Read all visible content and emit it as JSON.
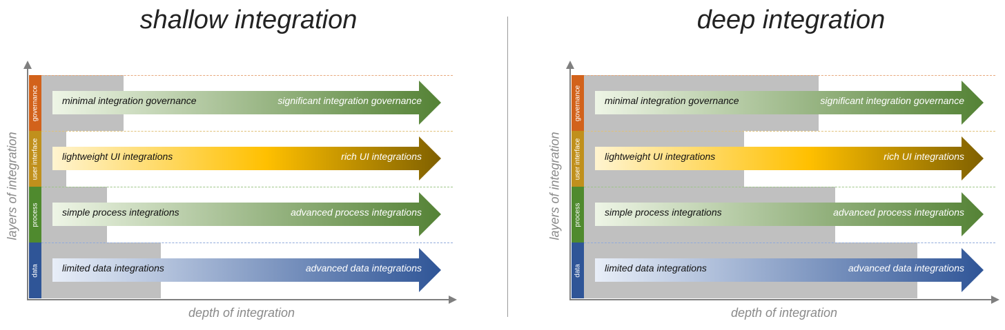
{
  "panels": [
    {
      "title": "shallow integration",
      "y_axis_label": "layers of integration",
      "x_axis_label": "depth of integration",
      "layers": [
        {
          "name": "governance",
          "band_color": "#d2621b",
          "dash_color": "#e7a77a",
          "arrow_start_color": "#eef5e6",
          "arrow_end_color": "#548235",
          "start_label": "minimal integration governance",
          "end_label": "significant integration governance",
          "depth_fraction": 0.2
        },
        {
          "name": "user interface",
          "band_color": "#c0901c",
          "dash_color": "#e0c179",
          "arrow_start_color": "#fff4d0",
          "arrow_mid_color": "#ffc000",
          "arrow_end_color": "#7f6000",
          "start_label": "lightweight UI integrations",
          "end_label": "rich UI integrations",
          "depth_fraction": 0.06
        },
        {
          "name": "process",
          "band_color": "#4f8a2e",
          "dash_color": "#9dc587",
          "arrow_start_color": "#eef5e6",
          "arrow_end_color": "#548235",
          "start_label": "simple process integrations",
          "end_label": "advanced process integrations",
          "depth_fraction": 0.16
        },
        {
          "name": "data",
          "band_color": "#2f5597",
          "dash_color": "#8ea9db",
          "arrow_start_color": "#e8eef8",
          "arrow_end_color": "#2f5597",
          "start_label": "limited data integrations",
          "end_label": "advanced data integrations",
          "depth_fraction": 0.29
        }
      ]
    },
    {
      "title": "deep integration",
      "y_axis_label": "layers of integration",
      "x_axis_label": "depth of integration",
      "layers": [
        {
          "name": "governance",
          "band_color": "#d2621b",
          "dash_color": "#e7a77a",
          "arrow_start_color": "#eef5e6",
          "arrow_end_color": "#548235",
          "start_label": "minimal integration governance",
          "end_label": "significant integration governance",
          "depth_fraction": 0.57
        },
        {
          "name": "user interface",
          "band_color": "#c0901c",
          "dash_color": "#e0c179",
          "arrow_start_color": "#fff4d0",
          "arrow_mid_color": "#ffc000",
          "arrow_end_color": "#7f6000",
          "start_label": "lightweight UI integrations",
          "end_label": "rich UI integrations",
          "depth_fraction": 0.39
        },
        {
          "name": "process",
          "band_color": "#4f8a2e",
          "dash_color": "#9dc587",
          "arrow_start_color": "#eef5e6",
          "arrow_end_color": "#548235",
          "start_label": "simple process integrations",
          "end_label": "advanced process integrations",
          "depth_fraction": 0.61
        },
        {
          "name": "data",
          "band_color": "#2f5597",
          "dash_color": "#8ea9db",
          "arrow_start_color": "#e8eef8",
          "arrow_end_color": "#2f5597",
          "start_label": "limited data integrations",
          "end_label": "advanced data integrations",
          "depth_fraction": 0.81
        }
      ]
    }
  ]
}
